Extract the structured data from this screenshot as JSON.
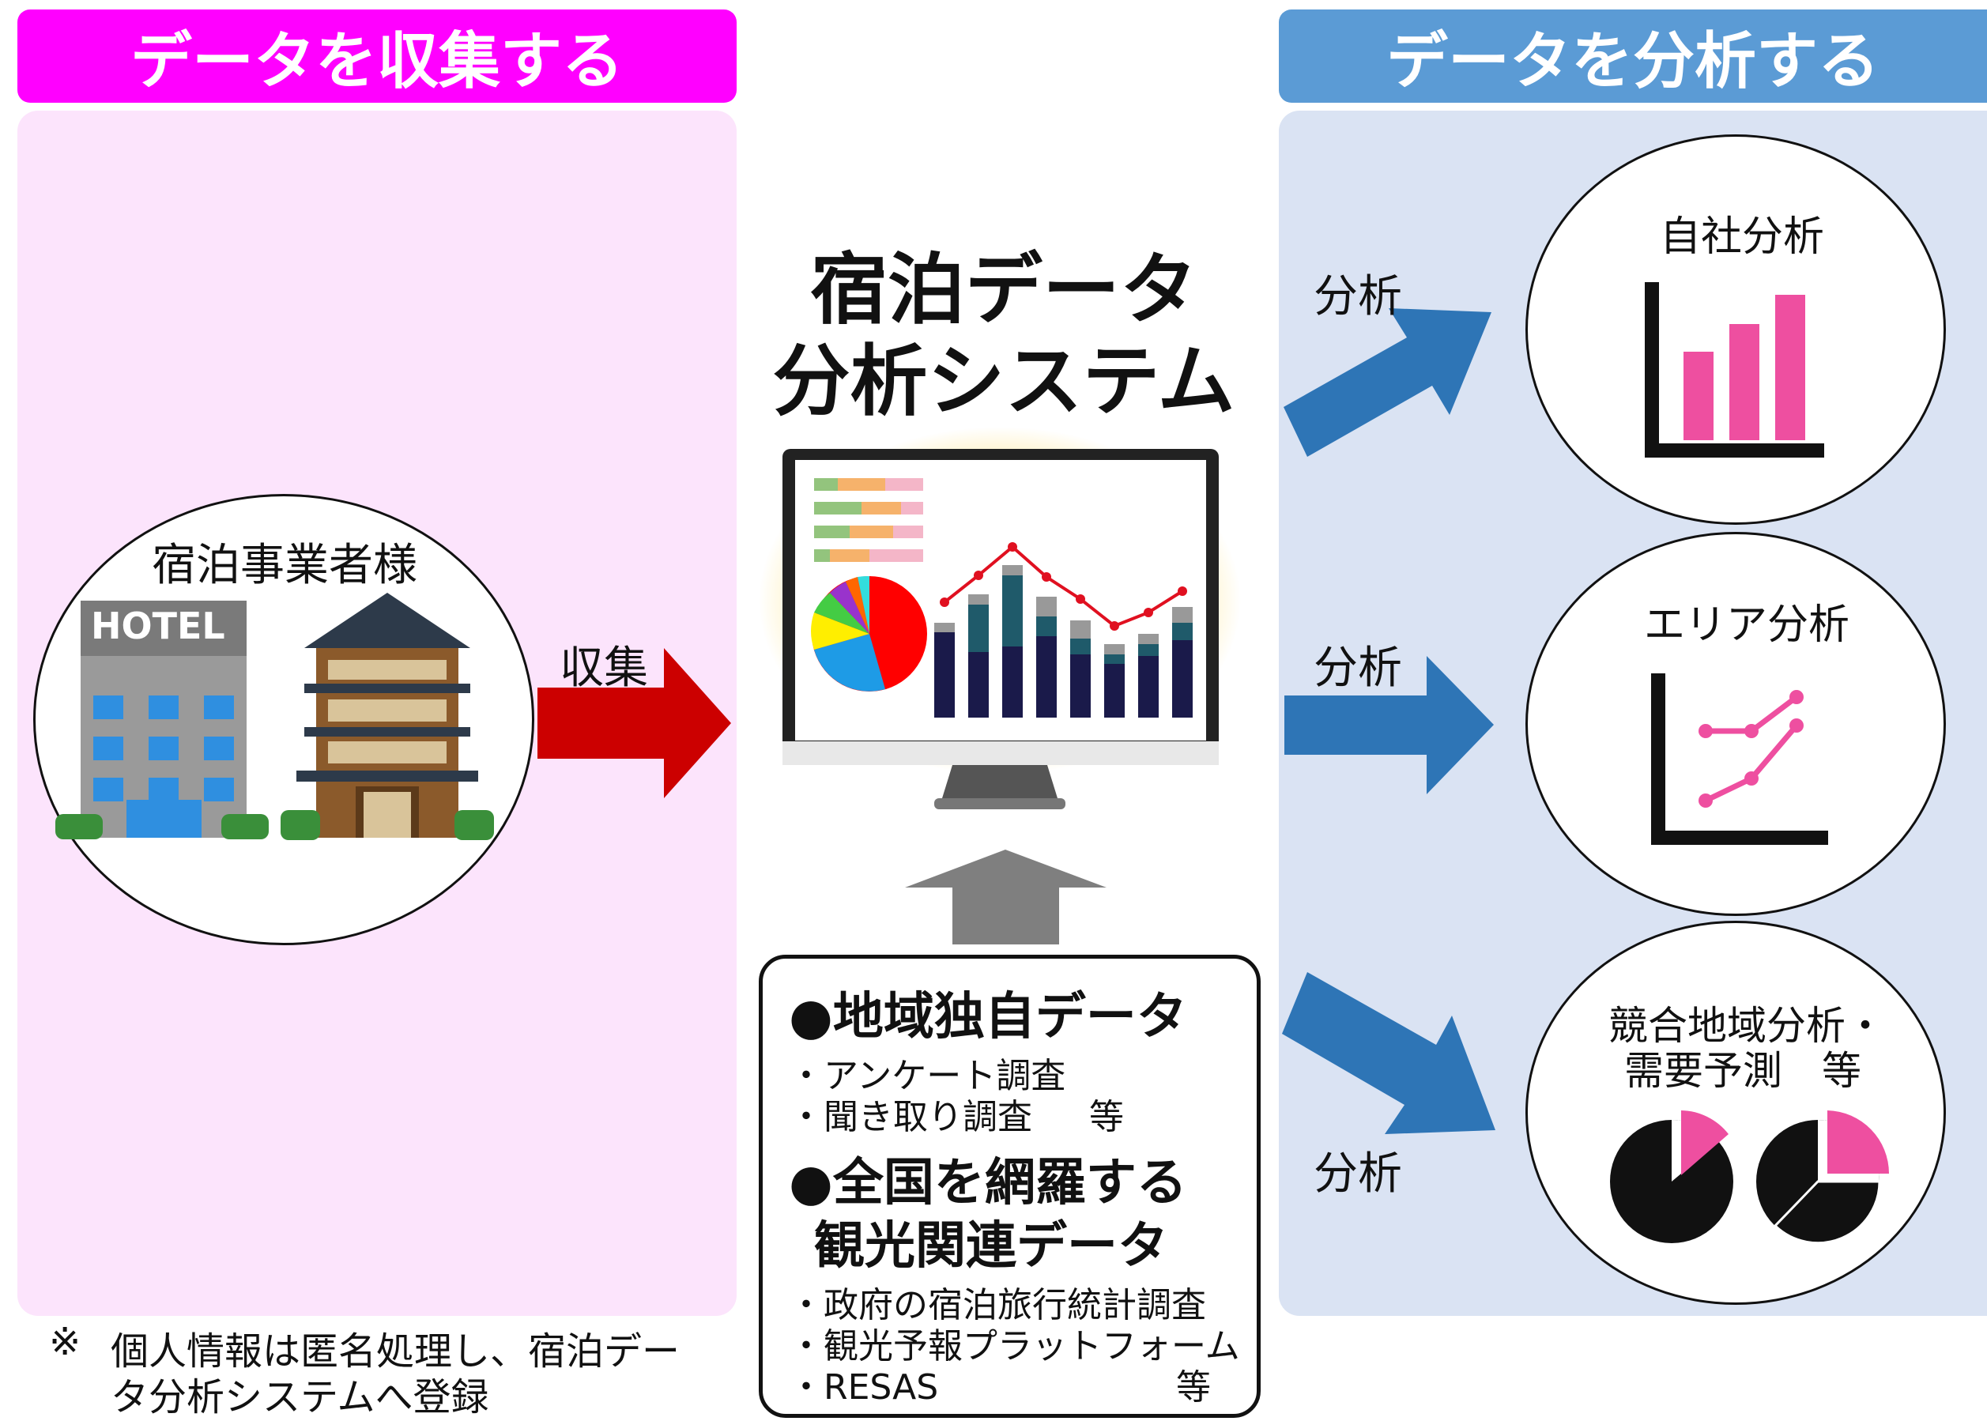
{
  "banners": {
    "collect": "データを収集する",
    "analyze": "データを分析する"
  },
  "collect_panel": {
    "operator_label": "宿泊事業者様",
    "hotel_sign": "HOTEL",
    "arrow_label": "収集",
    "note_mark": "※",
    "note_line1": "個人情報は匿名処理し、宿泊デー",
    "note_line2": "タ分析システムへ登録"
  },
  "center": {
    "title_line1": "宿泊データ",
    "title_line2": "分析システム"
  },
  "sources": {
    "local_title": "●地域独自データ",
    "local_item1": "・アンケート調査",
    "local_item2": "・聞き取り調査",
    "local_item2_suffix": "等",
    "national_title1": "●全国を網羅する",
    "national_title2": "観光関連データ",
    "national_item1": "・政府の宿泊旅行統計調査",
    "national_item2": "・観光予報プラットフォーム",
    "national_item3": "・RESAS",
    "national_item3_suffix": "等"
  },
  "analysis": {
    "arrow_label": "分析",
    "own": "自社分析",
    "area": "エリア分析",
    "compete_line1": "競合地域分析・",
    "compete_line2": "需要予測　等"
  },
  "colors": {
    "magenta": "#ff00ff",
    "pink_panel": "#fce4fc",
    "blue_banner": "#5b9bd5",
    "blue_panel": "#dae3f3",
    "blue_arrow": "#2e75b6",
    "red_arrow": "#cc0000",
    "gray_arrow": "#7f7f7f",
    "chart_pink": "#ee4fa0"
  }
}
